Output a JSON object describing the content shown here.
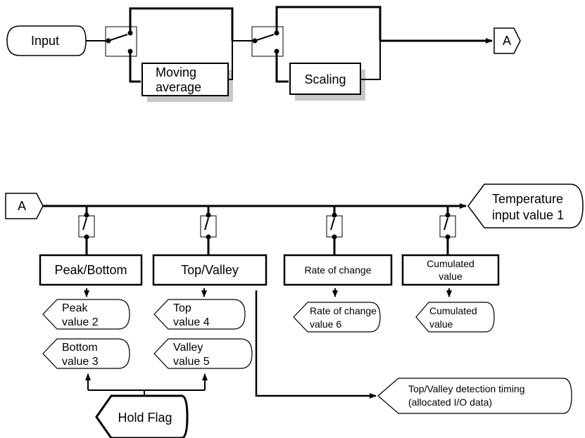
{
  "top_diagram": {
    "input_label": "Input",
    "moving_average_line1": "Moving",
    "moving_average_line2": "average",
    "scaling_label": "Scaling",
    "connector_out": "A"
  },
  "bottom_diagram": {
    "connector_in": "A",
    "temperature_line1": "Temperature",
    "temperature_line2": "input value 1",
    "blocks": {
      "peak_bottom": "Peak/Bottom",
      "top_valley": "Top/Valley",
      "rate_of_change": "Rate of change",
      "cumulated_line1": "Cumulated",
      "cumulated_line2": "value"
    },
    "outputs": {
      "peak_line1": "Peak",
      "peak_line2": "value 2",
      "bottom_line1": "Bottom",
      "bottom_line2": "value 3",
      "top_line1": "Top",
      "top_line2": "value 4",
      "valley_line1": "Valley",
      "valley_line2": "value 5",
      "rate_line1": "Rate of change",
      "rate_line2": "value 6",
      "cumulated_line1": "Cumulated",
      "cumulated_line2": "value"
    },
    "hold_flag": "Hold Flag",
    "timing_line1": "Top/Valley detection timing",
    "timing_line2": "(allocated I/O data)"
  }
}
